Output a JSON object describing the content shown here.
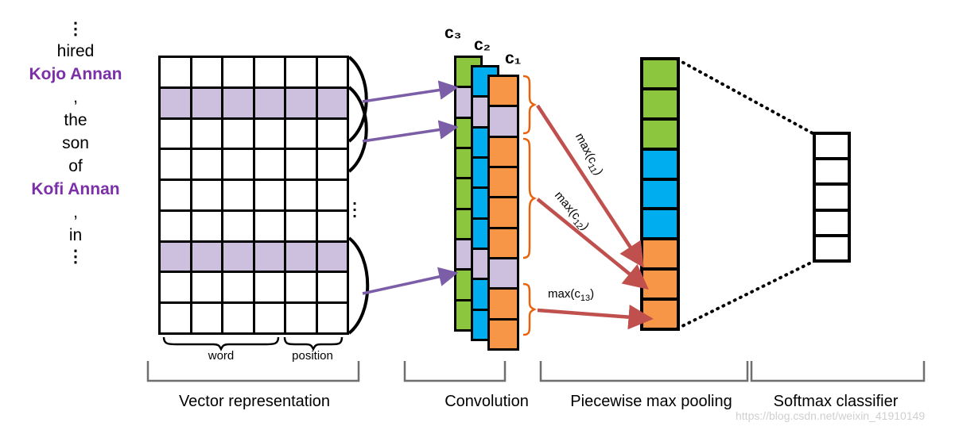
{
  "figure": {
    "title": "PCNN relation extraction architecture",
    "watermark": "https://blog.csdn.net/weixin_41910149"
  },
  "sentence": {
    "tokens": [
      {
        "text": "⋮",
        "type": "ellipsis"
      },
      {
        "text": "hired",
        "type": "word"
      },
      {
        "text": "Kojo Annan",
        "type": "entity"
      },
      {
        "text": ",",
        "type": "word"
      },
      {
        "text": "the",
        "type": "word"
      },
      {
        "text": "son",
        "type": "word"
      },
      {
        "text": "of",
        "type": "word"
      },
      {
        "text": "Kofi Annan",
        "type": "entity"
      },
      {
        "text": ",",
        "type": "word"
      },
      {
        "text": "in",
        "type": "word"
      },
      {
        "text": "⋮",
        "type": "ellipsis"
      }
    ]
  },
  "vector_matrix": {
    "rows": 9,
    "cols": 6,
    "highlighted_rows": [
      2,
      7
    ],
    "highlight_color": "#CDC0DF",
    "segment_braces": [
      {
        "label": "word",
        "from_col": 1,
        "to_col": 4
      },
      {
        "label": "position",
        "from_col": 5,
        "to_col": 6
      }
    ]
  },
  "convolution": {
    "column_labels": [
      "c₃",
      "c₂",
      "c₁"
    ],
    "columns": [
      {
        "name": "c3",
        "color": "#8CC63F",
        "cells": [
          "#8CC63F",
          "#CDC0DF",
          "#8CC63F",
          "#8CC63F",
          "#8CC63F",
          "#8CC63F",
          "#CDC0DF",
          "#8CC63F",
          "#8CC63F"
        ]
      },
      {
        "name": "c2",
        "color": "#00AEEF",
        "cells": [
          "#00AEEF",
          "#CDC0DF",
          "#00AEEF",
          "#00AEEF",
          "#00AEEF",
          "#00AEEF",
          "#CDC0DF",
          "#00AEEF",
          "#00AEEF"
        ]
      },
      {
        "name": "c1",
        "color": "#F7941E",
        "cells": [
          "#F79647",
          "#CDC0DF",
          "#F79647",
          "#F79647",
          "#F79647",
          "#F79647",
          "#CDC0DF",
          "#F79647",
          "#F79647"
        ]
      }
    ],
    "piece_braces": [
      {
        "from_cell": 1,
        "to_cell": 2
      },
      {
        "from_cell": 3,
        "to_cell": 7
      },
      {
        "from_cell": 8,
        "to_cell": 9
      }
    ]
  },
  "pooling": {
    "labels": [
      "max(c",
      "11",
      ")"
    ],
    "arrow_labels": [
      {
        "text": "max(c",
        "sub": "11",
        "tail": ")"
      },
      {
        "text": "max(c",
        "sub": "12",
        "tail": ")"
      },
      {
        "text": "max(c",
        "sub": "13",
        "tail": ")"
      }
    ],
    "cells": [
      "#8CC63F",
      "#8CC63F",
      "#8CC63F",
      "#00AEEF",
      "#00AEEF",
      "#00AEEF",
      "#F79647",
      "#F79647",
      "#F79647"
    ]
  },
  "softmax": {
    "cells": [
      "#ffffff",
      "#ffffff",
      "#ffffff",
      "#ffffff",
      "#ffffff"
    ]
  },
  "stage_captions": [
    {
      "label": "Vector representation"
    },
    {
      "label": "Convolution"
    },
    {
      "label": "Piecewise max pooling"
    },
    {
      "label": "Softmax classifier"
    }
  ],
  "colors": {
    "entity_purple": "#7B2FA8",
    "arrow_purple": "#7B5EA7",
    "brace_orange": "#E8620C",
    "arrow_red": "#C0504D",
    "highlight": "#CDC0DF",
    "green": "#8CC63F",
    "blue": "#00AEEF",
    "orange": "#F79647"
  }
}
